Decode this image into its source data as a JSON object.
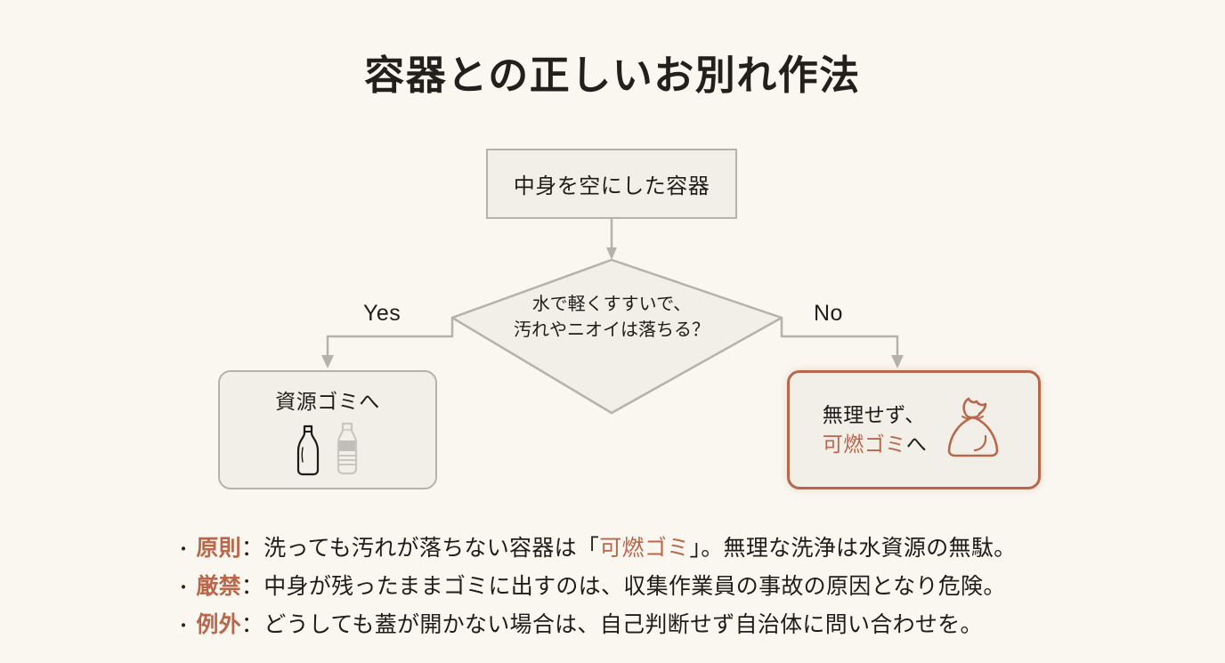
{
  "page": {
    "title": "容器との正しいお別れ作法",
    "background_color": "#faf7f0",
    "accent_color": "#b9674a",
    "line_color": "#b4b2ad",
    "text_color": "#1f1d1a"
  },
  "flow": {
    "start": {
      "label": "中身を空にした容器"
    },
    "decision": {
      "line1": "水で軽くすすいで、",
      "line2": "汚れやニオイは落ちる？",
      "yes_label": "Yes",
      "no_label": "No"
    },
    "outcome_yes": {
      "label": "資源ゴミへ",
      "icons": [
        "glass-bottle-icon",
        "pet-bottle-icon"
      ]
    },
    "outcome_no": {
      "line1": "無理せず、",
      "line2_accent": "可燃ゴミ",
      "line2_tail": "へ",
      "icon": "garbage-bag-icon"
    }
  },
  "notes": [
    {
      "bullet": "・",
      "key": "原則",
      "colon": "：",
      "text_before": "洗っても汚れが落ちない容器は「",
      "accent": "可燃ゴミ",
      "text_after": "」。無理な洗浄は水資源の無駄。"
    },
    {
      "bullet": "・",
      "key": "厳禁",
      "colon": "：",
      "text_before": "中身が残ったままゴミに出すのは、収集作業員の事故の原因となり危険。",
      "accent": "",
      "text_after": ""
    },
    {
      "bullet": "・",
      "key": "例外",
      "colon": "：",
      "text_before": "どうしても蓋が開かない場合は、自己判断せず自治体に問い合わせを。",
      "accent": "",
      "text_after": ""
    }
  ]
}
